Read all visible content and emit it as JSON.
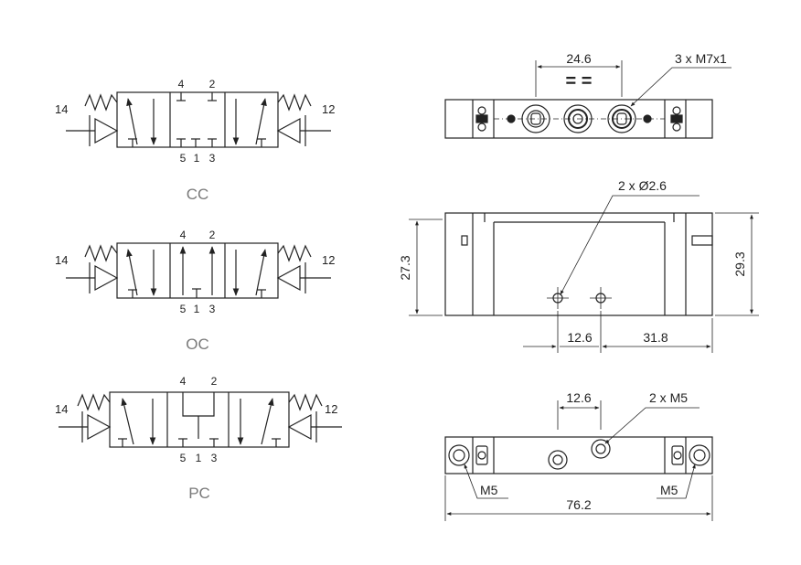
{
  "symbols": [
    {
      "title": "CC",
      "left_port": "14",
      "right_port": "12",
      "top_ports": [
        "4",
        "2"
      ],
      "bottom_ports": [
        "5",
        "1",
        "3"
      ]
    },
    {
      "title": "OC",
      "left_port": "14",
      "right_port": "12",
      "top_ports": [
        "4",
        "2"
      ],
      "bottom_ports": [
        "5",
        "1",
        "3"
      ]
    },
    {
      "title": "PC",
      "left_port": "14",
      "right_port": "12",
      "top_ports": [
        "4",
        "2"
      ],
      "bottom_ports": [
        "5",
        "1",
        "3"
      ]
    }
  ],
  "top_view": {
    "pitch": "24.6",
    "equal_mark": "= =",
    "thread": "3 x M7x1"
  },
  "side_view": {
    "holes": "2 x Ø2.6",
    "height_left": "27.3",
    "height_right": "29.3",
    "hole_spacing": "12.6",
    "offset": "31.8"
  },
  "bottom_view": {
    "spacing": "12.6",
    "thread_center": "2 x M5",
    "thread_left": "M5",
    "thread_right": "M5",
    "length": "76.2"
  },
  "colors": {
    "line": "#222222",
    "fill": "#ffffff",
    "title_gray": "#7a7a7a"
  }
}
